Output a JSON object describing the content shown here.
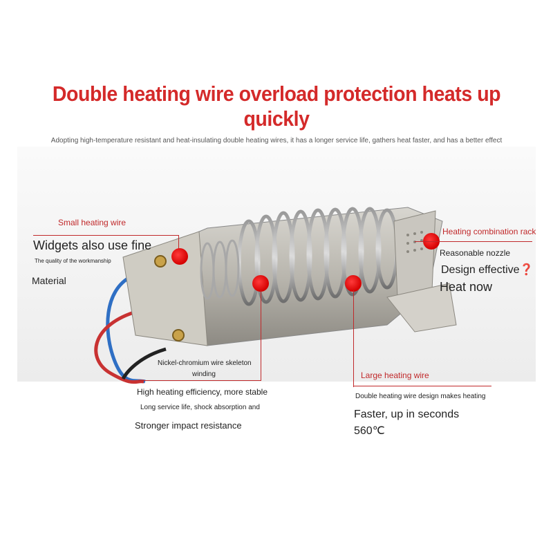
{
  "header": {
    "title": "Double heating wire overload protection heats up quickly",
    "subtitle": "Adopting high-temperature resistant and heat-insulating double heating wires, it has a longer service life, gathers heat faster, and has a better effect"
  },
  "left": {
    "tag": "Small heating wire",
    "line1": "Widgets also use fine",
    "line2": "The quality of the workmanship",
    "line3": "Material"
  },
  "right": {
    "tag": "Heating combination rack",
    "line1": "Reasonable nozzle",
    "line2": "Design effective❓",
    "line3": "Heat now"
  },
  "center": {
    "tag_a": "Nickel-chromium wire skeleton",
    "tag_b": "winding",
    "line1": "High heating efficiency, more stable",
    "line2": "Long service life, shock absorption and",
    "line3": "Stronger impact resistance"
  },
  "bottom_right": {
    "tag": "Large heating wire",
    "line1": "Double heating wire design makes heating",
    "line2": "Faster, up in seconds",
    "line3": "560℃"
  },
  "colors": {
    "accent": "#c0282a",
    "title": "#d42a2a"
  }
}
